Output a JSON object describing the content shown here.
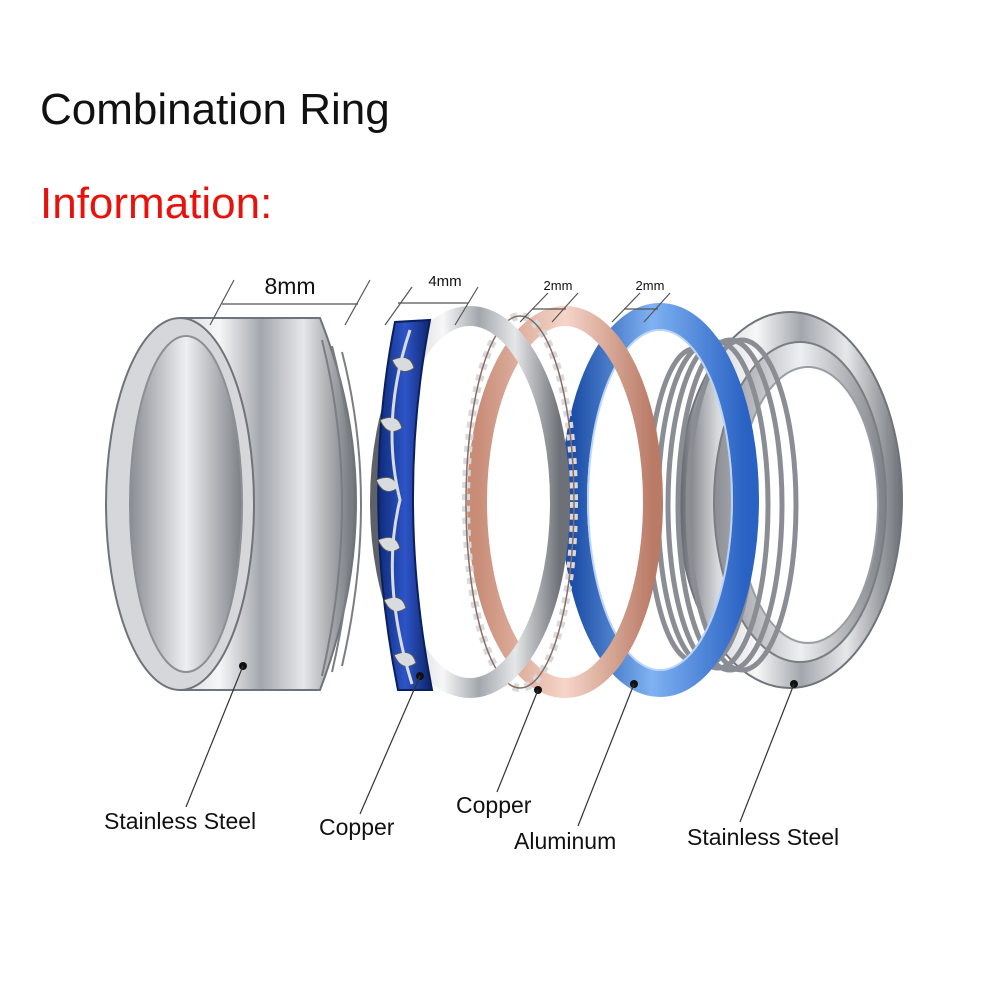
{
  "title": "Combination Ring",
  "subtitle": "Information:",
  "colors": {
    "subtitle": "#e8120c",
    "steel": "#b9bcc2",
    "steel_dark": "#6f737a",
    "copper": "#e9b6a4",
    "blue_band": "#1f3fb0",
    "aluminum": "#3a78d8"
  },
  "dimensions": [
    {
      "label": "8mm"
    },
    {
      "label": "4mm"
    },
    {
      "label": "2mm"
    },
    {
      "label": "2mm"
    }
  ],
  "materials": [
    {
      "label": "Stainless Steel"
    },
    {
      "label": "Copper"
    },
    {
      "label": "Copper"
    },
    {
      "label": "Aluminum"
    },
    {
      "label": "Stainless Steel"
    }
  ]
}
